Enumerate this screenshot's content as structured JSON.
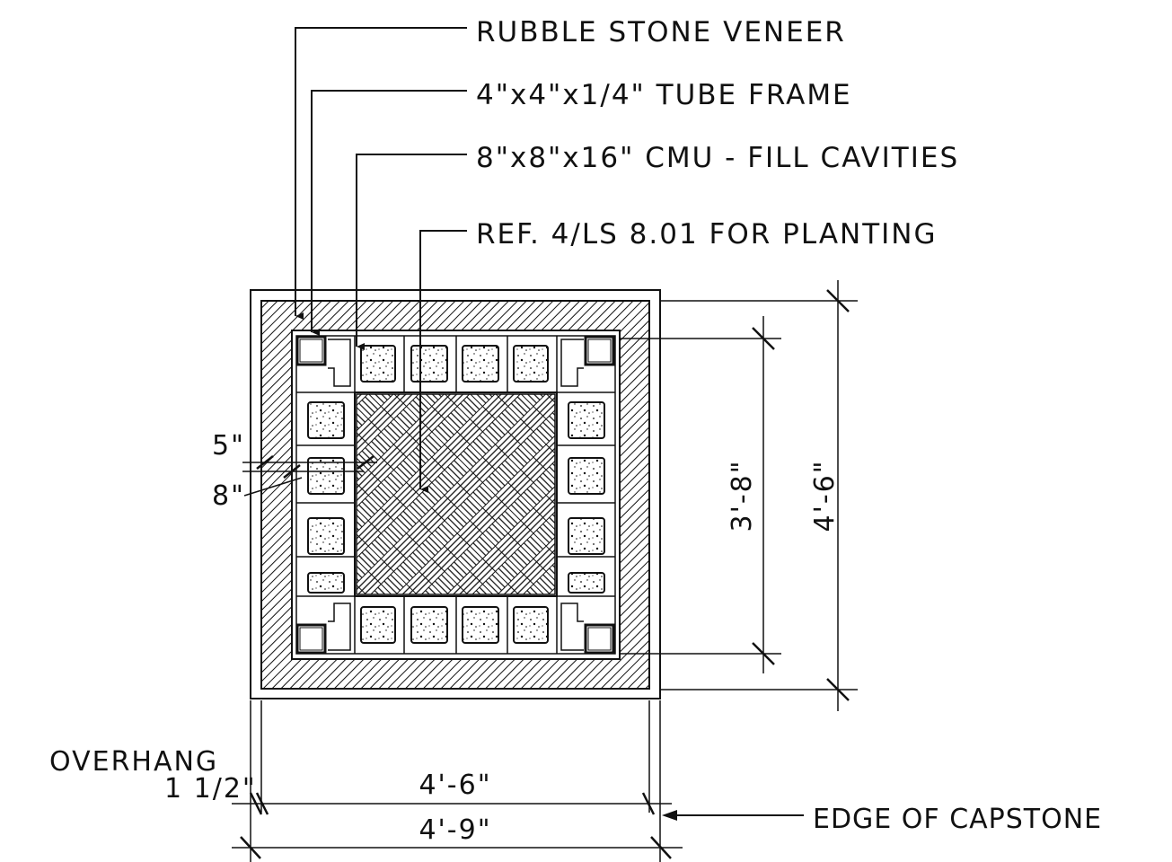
{
  "callouts": {
    "veneer": "RUBBLE STONE VENEER",
    "tube": "4\"x4\"x1/4\" TUBE FRAME",
    "cmu": "8\"x8\"x16\" CMU - FILL CAVITIES",
    "planting": "REF. 4/LS 8.01 FOR PLANTING",
    "capstone": "EDGE OF CAPSTONE"
  },
  "dimensions": {
    "inner_height": "3'-8\"",
    "outer_height": "4'-6\"",
    "width_wall": "4'-6\"",
    "width_cap": "4'-9\"",
    "gap_5": "5\"",
    "gap_8": "8\"",
    "overhang_label": "OVERHANG",
    "overhang_value": "1 1/2\""
  },
  "colors": {
    "line": "#111111",
    "background": "#ffffff"
  }
}
